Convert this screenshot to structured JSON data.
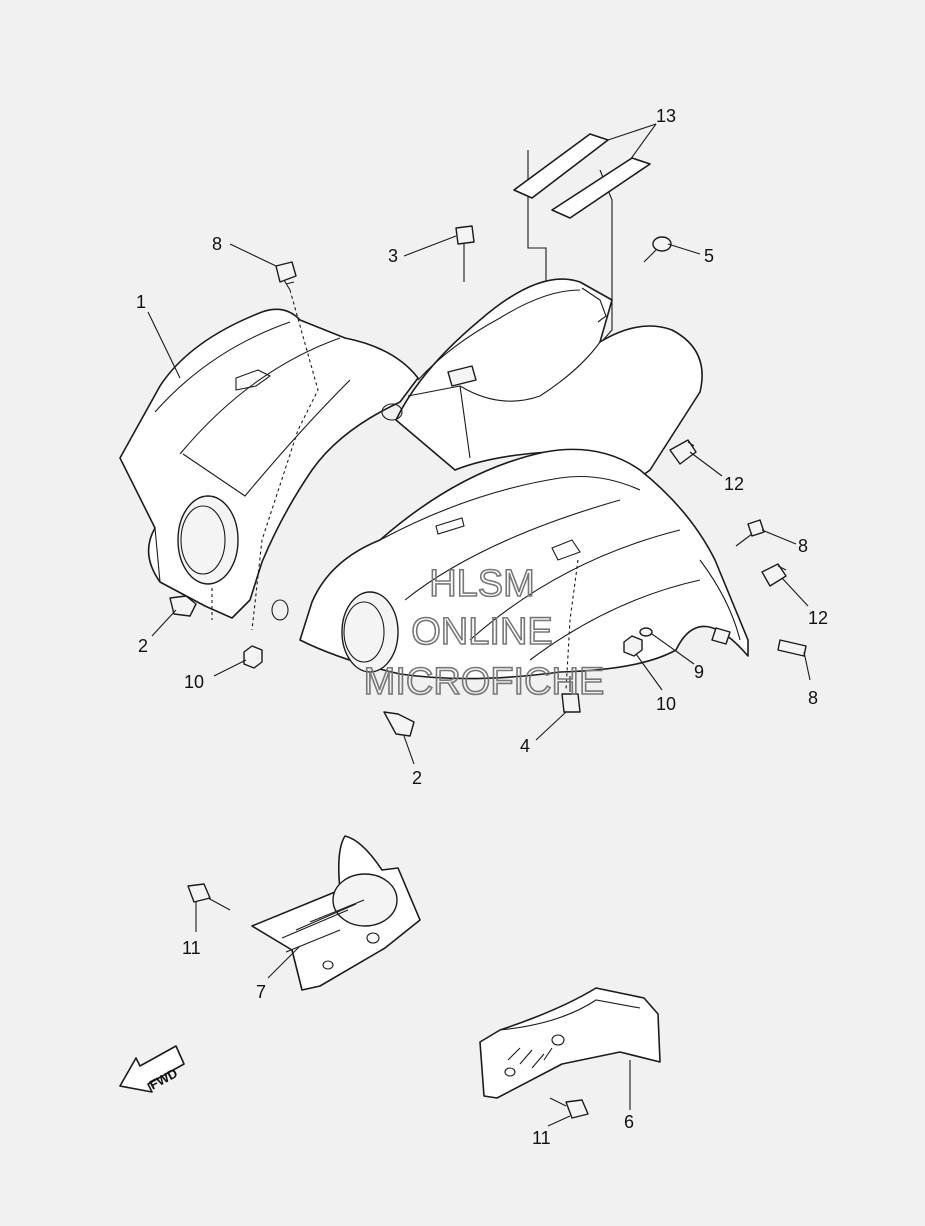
{
  "labels": {
    "p1": "1",
    "p2a": "2",
    "p2b": "2",
    "p3": "3",
    "p4": "4",
    "p5": "5",
    "p6": "6",
    "p7": "7",
    "p8a": "8",
    "p8b": "8",
    "p8c": "8",
    "p9": "9",
    "p10a": "10",
    "p10b": "10",
    "p11a": "11",
    "p11b": "11",
    "p12a": "12",
    "p12b": "12",
    "p13": "13"
  },
  "watermark": {
    "line1": "HLSM",
    "line2": "ONLINE",
    "line3": "MICROFICHE"
  },
  "fwd": "FWD"
}
